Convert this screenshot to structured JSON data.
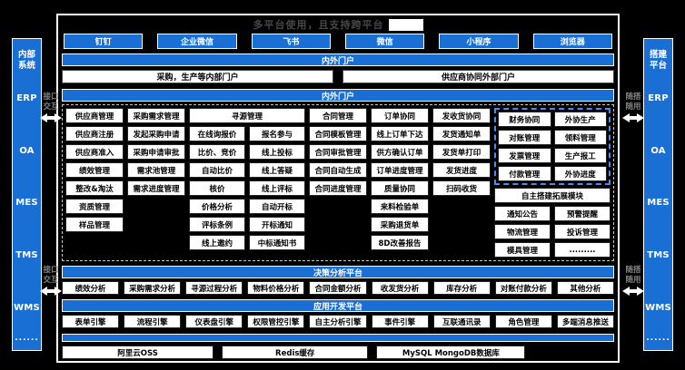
{
  "title": {
    "text": "多平台使用，且支持跨平台",
    "redacted": true
  },
  "colors": {
    "blue": "#1a6fd4",
    "highlight_dashed_border": "#4a8cf5"
  },
  "left_sidebar": {
    "title_lines": [
      "内部",
      "系统"
    ],
    "items": [
      "ERP",
      "OA",
      "MES",
      "TMS",
      "WMS"
    ],
    "ellipsis": "......"
  },
  "right_sidebar": {
    "title_lines": [
      "搭建",
      "平台"
    ],
    "items": [
      "ERP",
      "OA",
      "MES",
      "TMS",
      "WMS"
    ],
    "ellipsis": "......"
  },
  "left_connector": {
    "lines": [
      "接口",
      "交互"
    ]
  },
  "right_connector": {
    "lines": [
      "随搭",
      "随用"
    ]
  },
  "channels": [
    "钉钉",
    "企业微信",
    "飞书",
    "微信",
    "小程序",
    "浏览器"
  ],
  "portal_band_label": "内外门户",
  "portals": [
    "采购，生产等内部门户",
    "供应商协同外部门户"
  ],
  "app_band_label": "内外门户",
  "app_columns": [
    {
      "header": "供应商管理",
      "items": [
        "供应商注册",
        "供应商准入",
        "绩效管理",
        "整改&淘汰",
        "资质管理",
        "样品管理"
      ]
    },
    {
      "header": "采购需求管理",
      "items": [
        "发起采购申请",
        "采购申请审批",
        "需求池管理",
        "需求进度管理"
      ]
    },
    {
      "header": "寻源管理",
      "sub": [
        [
          "在线询报价",
          "比价、竞价",
          "自动比价",
          "核价",
          "价格分析",
          "评标条例",
          "线上邀约"
        ],
        [
          "报名参与",
          "线上投标",
          "线上答疑",
          "线上评标",
          "自动开标",
          "开标通知",
          "中标通知书"
        ]
      ]
    },
    {
      "header": "合同管理",
      "items": [
        "合同模板管理",
        "合同审批管理",
        "合同自动生成",
        "合同进度管理"
      ]
    },
    {
      "header": "订单协同",
      "items": [
        "线上订单下达",
        "供方确认订单",
        "订单进度管理",
        "质量协同",
        "来料检验单",
        "采购退货单",
        "8D改善报告"
      ]
    },
    {
      "header": "发收货协同",
      "items": [
        "发货通知单",
        "发货单打印",
        "发货进度",
        "扫码收货"
      ]
    }
  ],
  "highlight_group": {
    "columns": [
      {
        "header": "财务协同",
        "items": [
          "对账管理",
          "发票管理",
          "付款管理"
        ]
      },
      {
        "header": "外协生产",
        "items": [
          "领料管理",
          "生产报工",
          "外协进度"
        ]
      }
    ]
  },
  "extension": {
    "full_width": "自主搭建拓展模块",
    "pairs": [
      [
        "通知公告",
        "预警提醒"
      ],
      [
        "物流管理",
        "投诉管理"
      ],
      [
        "模具管理",
        "........."
      ]
    ]
  },
  "analytics": {
    "band": "决策分析平台",
    "items": [
      "绩效分析",
      "采购需求分析",
      "寻源过程分析",
      "物料价格分析",
      "合同金额分析",
      "收发货分析",
      "库存分析",
      "对账付款分析",
      "其他分析"
    ]
  },
  "dev_platform": {
    "band": "应用开发平台",
    "items": [
      "表单引擎",
      "流程引擎",
      "仪表盘引擎",
      "权限管控引擎",
      "自主分析引擎",
      "事件引擎",
      "互联通讯录",
      "角色管理",
      "多端消息推送"
    ]
  },
  "infrastructure": {
    "items": [
      "阿里云OSS",
      "Redis缓存",
      "MySQL MongoDB数据库"
    ]
  }
}
